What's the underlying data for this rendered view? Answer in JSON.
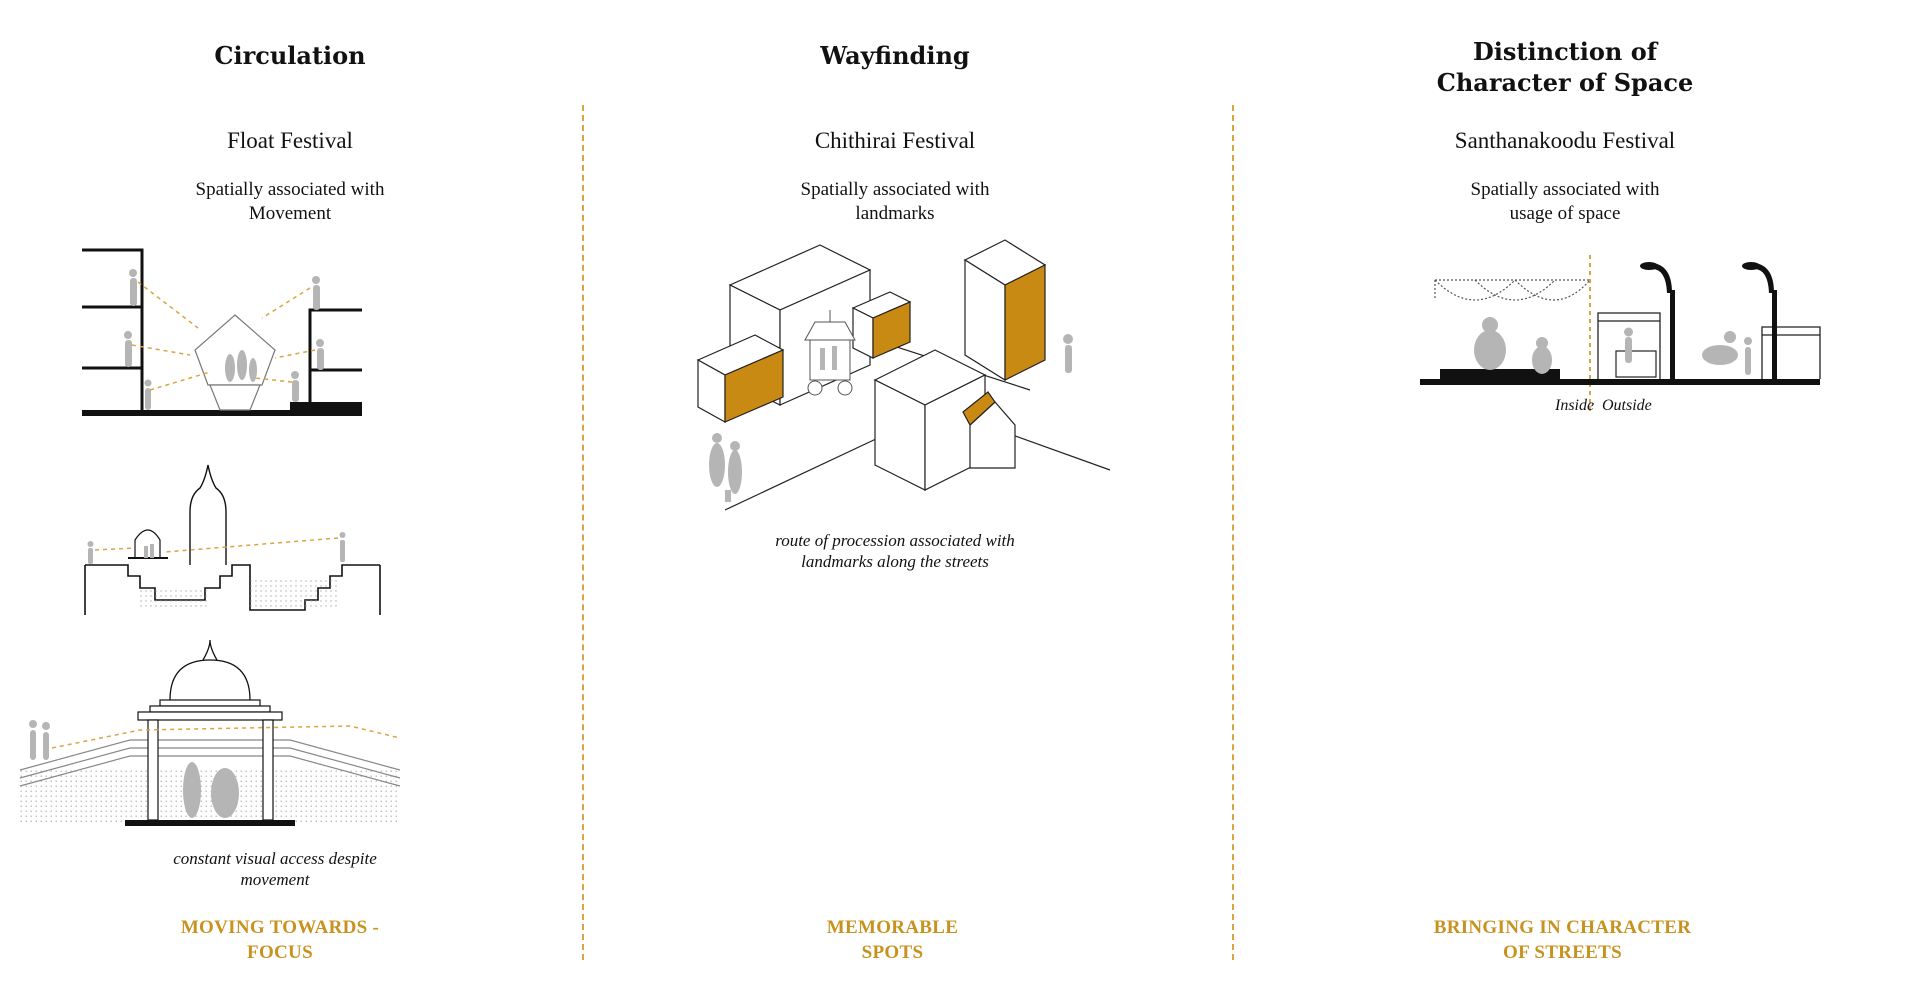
{
  "columns": [
    {
      "heading": "Circulation",
      "festival": "Float Festival",
      "association": [
        "Spatially associated with",
        "Movement"
      ],
      "caption": [
        "constant visual access despite",
        "movement"
      ],
      "outcome": [
        "MOVING TOWARDS -",
        "FOCUS"
      ]
    },
    {
      "heading": "Wayfinding",
      "festival": "Chithirai Festival",
      "association": [
        "Spatially associated with",
        "landmarks"
      ],
      "caption": [
        "route of procession associated with",
        "landmarks along the streets"
      ],
      "outcome": [
        "MEMORABLE",
        "SPOTS"
      ]
    },
    {
      "heading_lines": [
        "Distinction of",
        "Character of Space"
      ],
      "festival": "Santhanakoodu Festival",
      "association": [
        "Spatially associated with",
        "usage of space"
      ],
      "labels": {
        "inside": "Inside",
        "outside": "Outside"
      },
      "outcome": [
        "BRINGING IN CHARACTER",
        "OF STREETS"
      ]
    }
  ],
  "colors": {
    "accent": "#c8921e",
    "divider": "#d9a441",
    "fill_orange": "#c98a14",
    "figure_grey": "#b5b5b5"
  }
}
